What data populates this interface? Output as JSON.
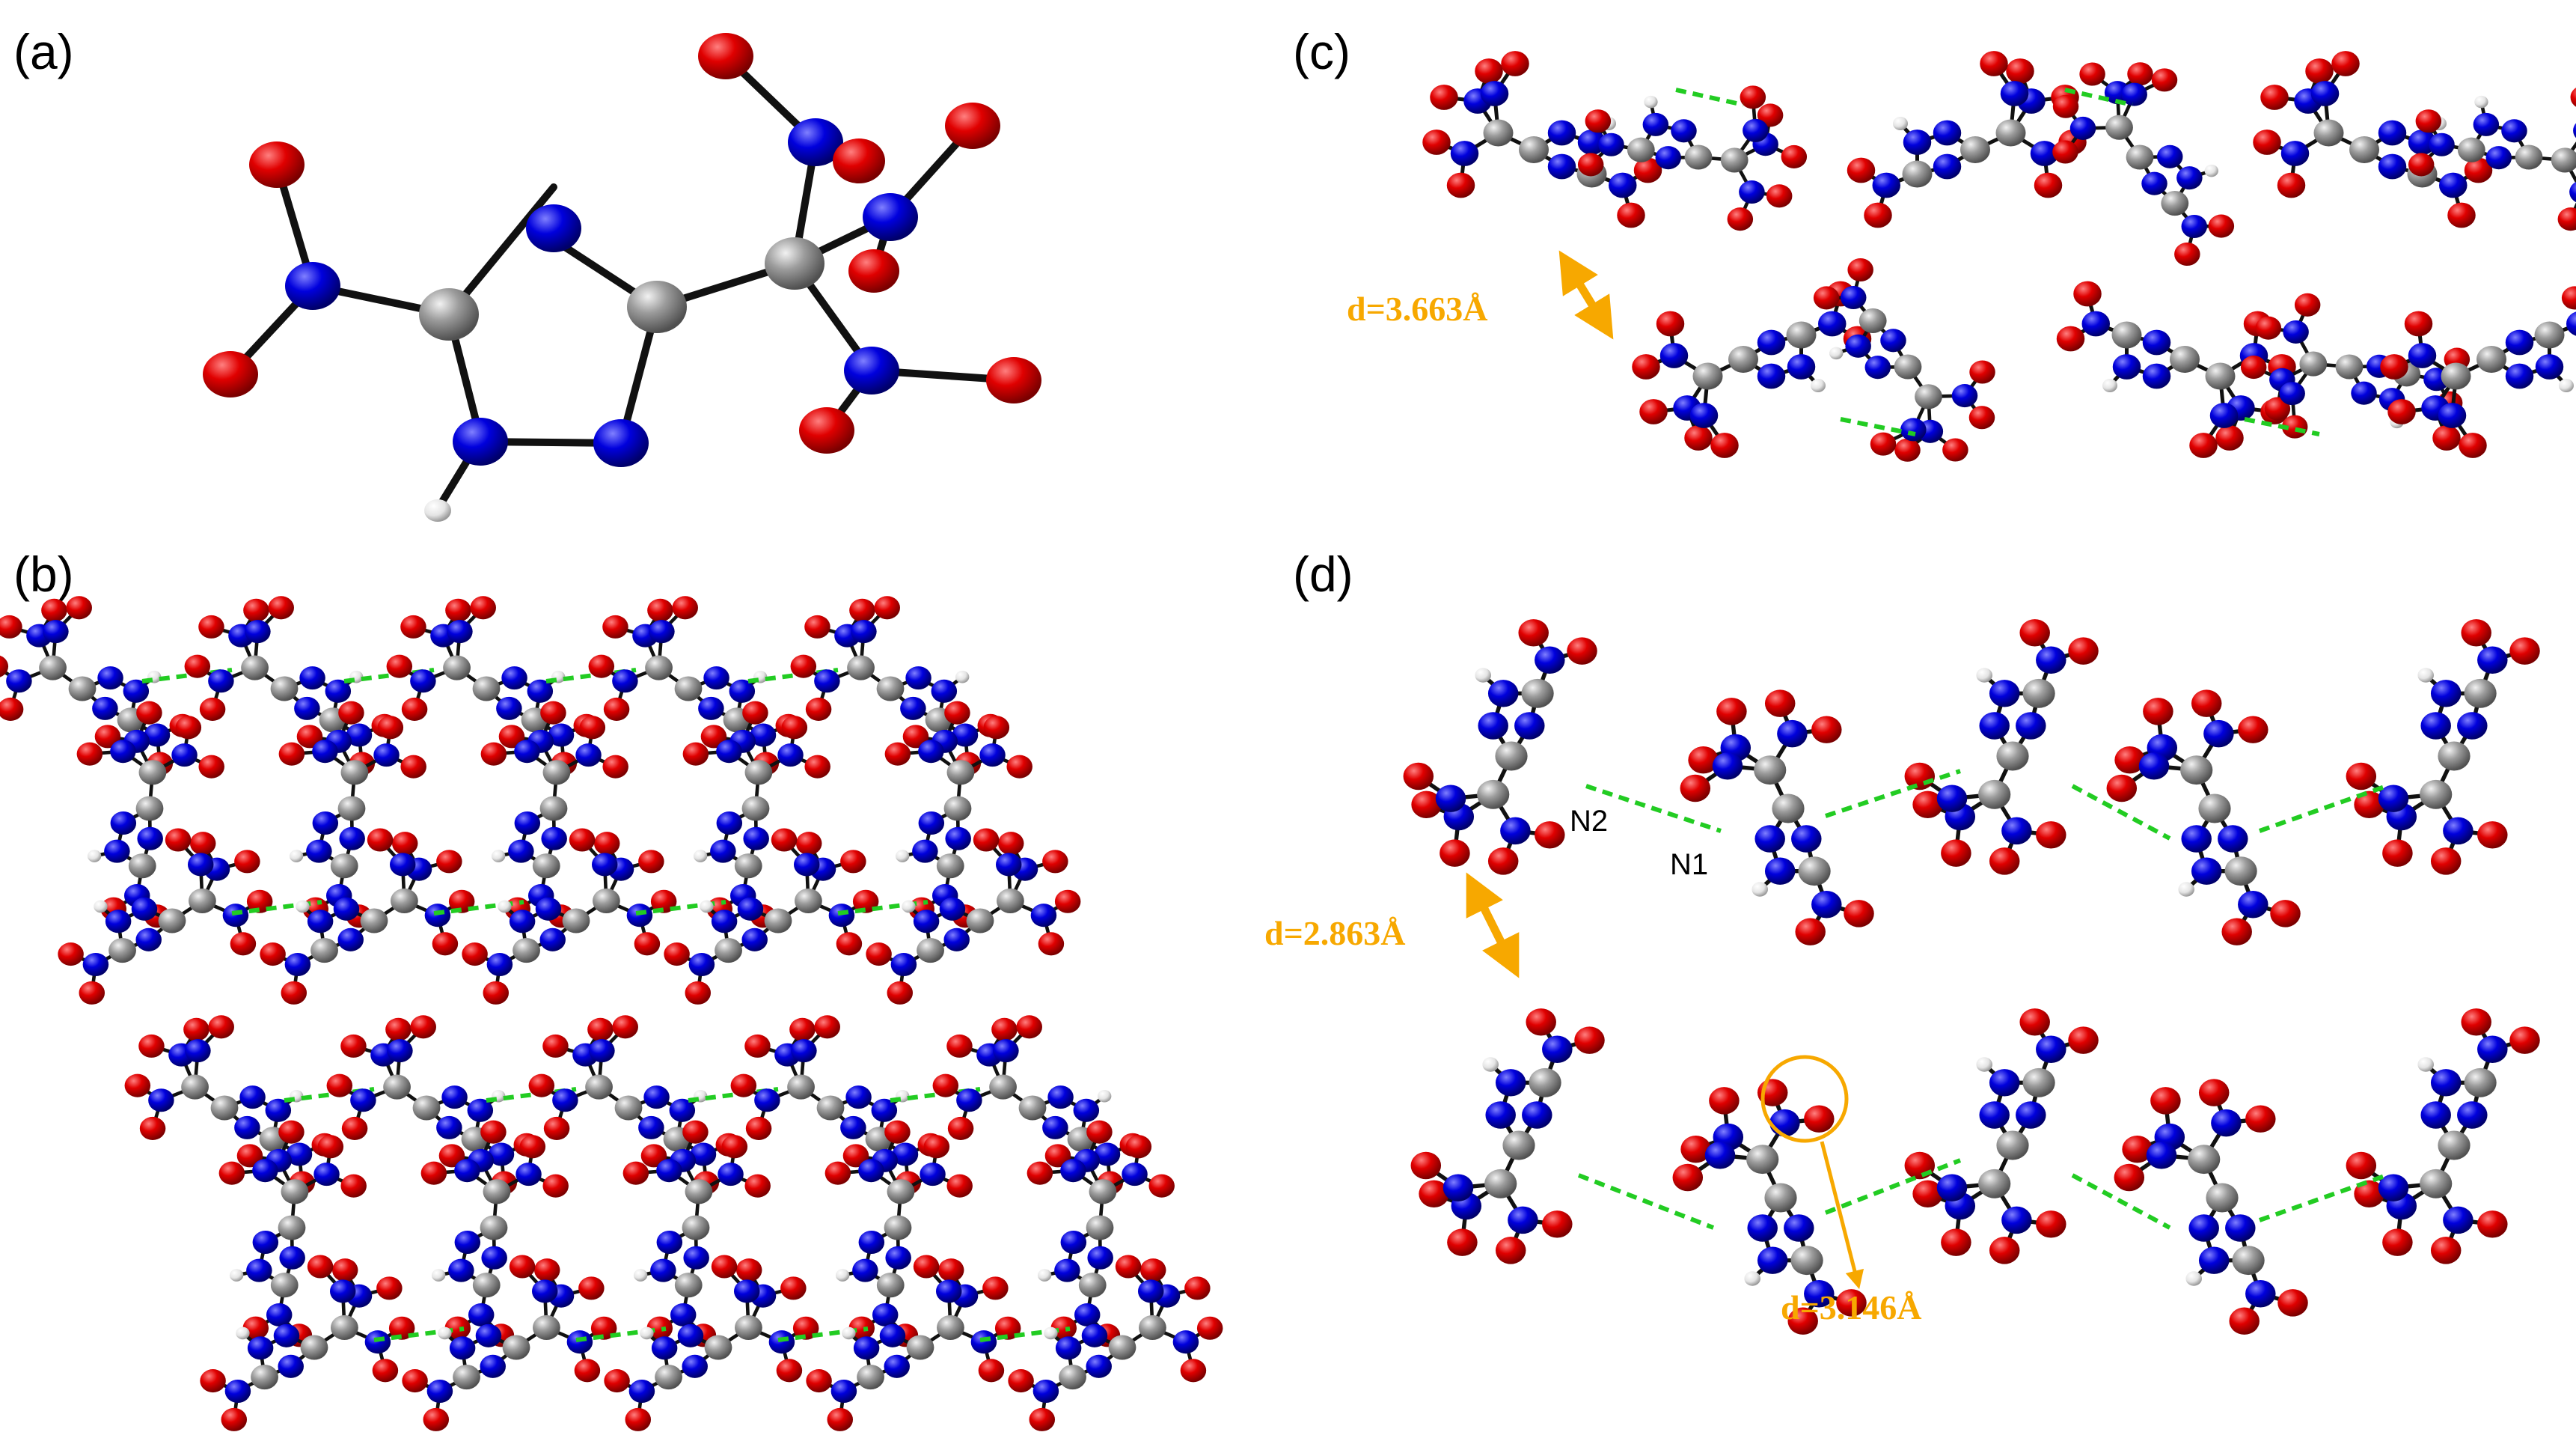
{
  "colors": {
    "background": "#ffffff",
    "oxygen": "#dd0000",
    "nitrogen": "#0000cc",
    "carbon": "#9a9a9a",
    "hydrogen": "#e6e6e6",
    "bond": "#111111",
    "hbond": "#22cc22",
    "measure": "#f7a800"
  },
  "panels": {
    "a": {
      "label": "(a)"
    },
    "b": {
      "label": "(b)"
    },
    "c": {
      "label": "(c)",
      "distance": "d=3.663Å"
    },
    "d": {
      "label": "(d)",
      "distance_1": "d=2.863Å",
      "distance_2": "d=3.146Å",
      "atom_n2": "N2",
      "atom_n1": "N1"
    }
  }
}
